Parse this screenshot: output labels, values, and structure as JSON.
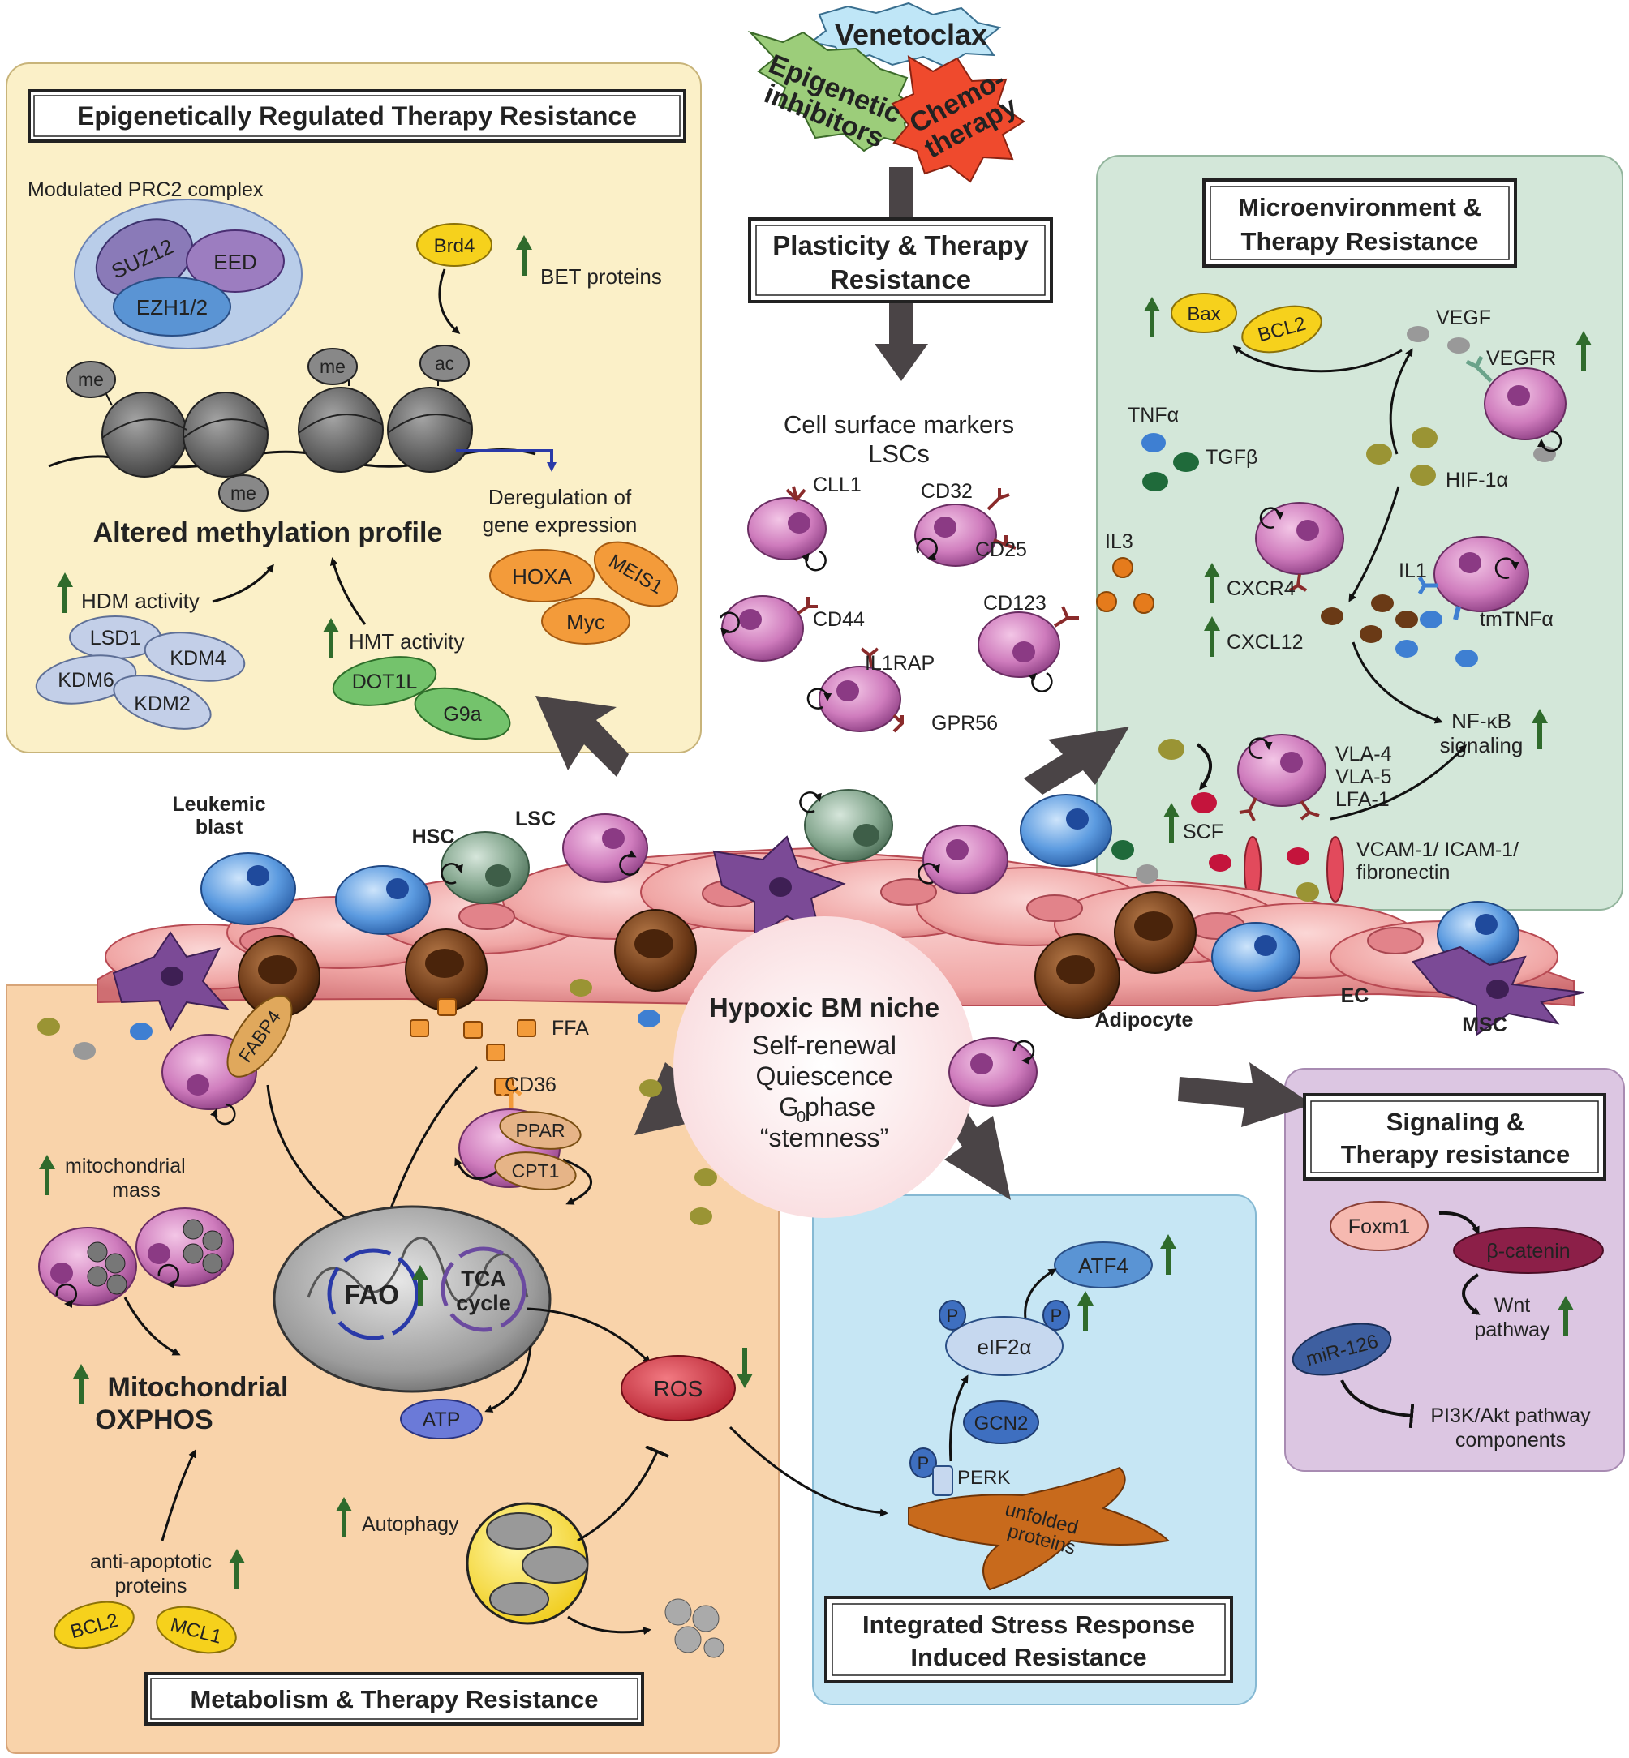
{
  "drugs": {
    "venetoclax": "Venetoclax",
    "epigenetic": [
      "Epigenetic",
      "inhibitors"
    ],
    "chemo": [
      "Chemo-",
      "therapy"
    ]
  },
  "center": {
    "title": [
      "Plasticity & Therapy",
      "Resistance"
    ],
    "markers_title": [
      "Cell surface markers",
      "LSCs"
    ],
    "markers": [
      "CLL1",
      "CD32",
      "CD25",
      "CD44",
      "CD123",
      "IL1RAP",
      "GPR56"
    ]
  },
  "epi": {
    "title": "Epigenetically Regulated Therapy Resistance",
    "prc2_label": "Modulated PRC2 complex",
    "prc2": [
      "SUZ12",
      "EED",
      "EZH1/2"
    ],
    "brd4": "Brd4",
    "bet": "BET proteins",
    "me": "me",
    "ac": "ac",
    "altered": "Altered methylation profile",
    "dereg": [
      "Deregulation of",
      "gene expression"
    ],
    "genes": [
      "HOXA",
      "MEIS1",
      "Myc"
    ],
    "hdm": "HDM activity",
    "hdm_enzymes": [
      "LSD1",
      "KDM4",
      "KDM6",
      "KDM2"
    ],
    "hmt": "HMT activity",
    "hmt_enzymes": [
      "DOT1L",
      "G9a"
    ]
  },
  "micro": {
    "title": [
      "Microenvironment &",
      "Therapy Resistance"
    ],
    "bax": "Bax",
    "bcl2": "BCL2",
    "vegf": "VEGF",
    "vegfr": "VEGFR",
    "tnfa": "TNFα",
    "tgfb": "TGFβ",
    "hif": "HIF-1α",
    "il3": "IL3",
    "cxcr4": "CXCR4",
    "cxcl12": "CXCL12",
    "il1": "IL1",
    "tmtnfa": "tmTNFα",
    "nfkb": [
      "NF-κB",
      "signaling"
    ],
    "integrins": [
      "VLA-4",
      "VLA-5",
      "LFA-1"
    ],
    "scf": "SCF",
    "adhesion": [
      "VCAM-1/ ICAM-1/",
      "fibronectin"
    ]
  },
  "niche": {
    "leukemic_blast": [
      "Leukemic",
      "blast"
    ],
    "hsc": "HSC",
    "lsc": "LSC",
    "adipocyte": "Adipocyte",
    "ec": "EC",
    "msc": "MSC",
    "title": "Hypoxic BM niche",
    "lines": [
      "Self-renewal",
      "Quiescence",
      "G",
      "0",
      " phase",
      "“stemness”"
    ]
  },
  "meta": {
    "title": "Metabolism & Therapy Resistance",
    "fabp4": "FABP4",
    "ffa": "FFA",
    "cd36": "CD36",
    "ppar": "PPAR",
    "cpt1": "CPT1",
    "mito_mass": [
      "mitochondrial",
      "mass"
    ],
    "fao": "FAO",
    "tca": [
      "TCA",
      "cycle"
    ],
    "atp": "ATP",
    "ros": "ROS",
    "oxphos": [
      "Mitochondrial",
      "OXPHOS"
    ],
    "autophagy": "Autophagy",
    "anti_apop": [
      "anti-apoptotic",
      "proteins"
    ],
    "bcl2": "BCL2",
    "mcl1": "MCL1"
  },
  "isr": {
    "title": [
      "Integrated Stress Response",
      "Induced Resistance"
    ],
    "atf4": "ATF4",
    "eif2a": "eIF2α",
    "p": "P",
    "gcn2": "GCN2",
    "perk": "PERK",
    "unfolded": [
      "unfolded",
      "proteins"
    ]
  },
  "sig": {
    "title": [
      "Signaling &",
      "Therapy resistance"
    ],
    "foxm1": "Foxm1",
    "bcat": "β-catenin",
    "wnt": [
      "Wnt",
      "pathway"
    ],
    "mir": "miR-126",
    "pi3k": [
      "PI3K/Akt pathway",
      "components"
    ]
  },
  "colors": {
    "epi_bg": "#fbf0c8",
    "micro_bg": "#d3e7d9",
    "meta_bg": "#f9d3aa",
    "isr_bg": "#c6e6f4",
    "sig_bg": "#dcc6e2",
    "up_arrow": "#2f6b2c",
    "cell_pink": "#c873b6",
    "ros_red": "#d42a3a"
  }
}
